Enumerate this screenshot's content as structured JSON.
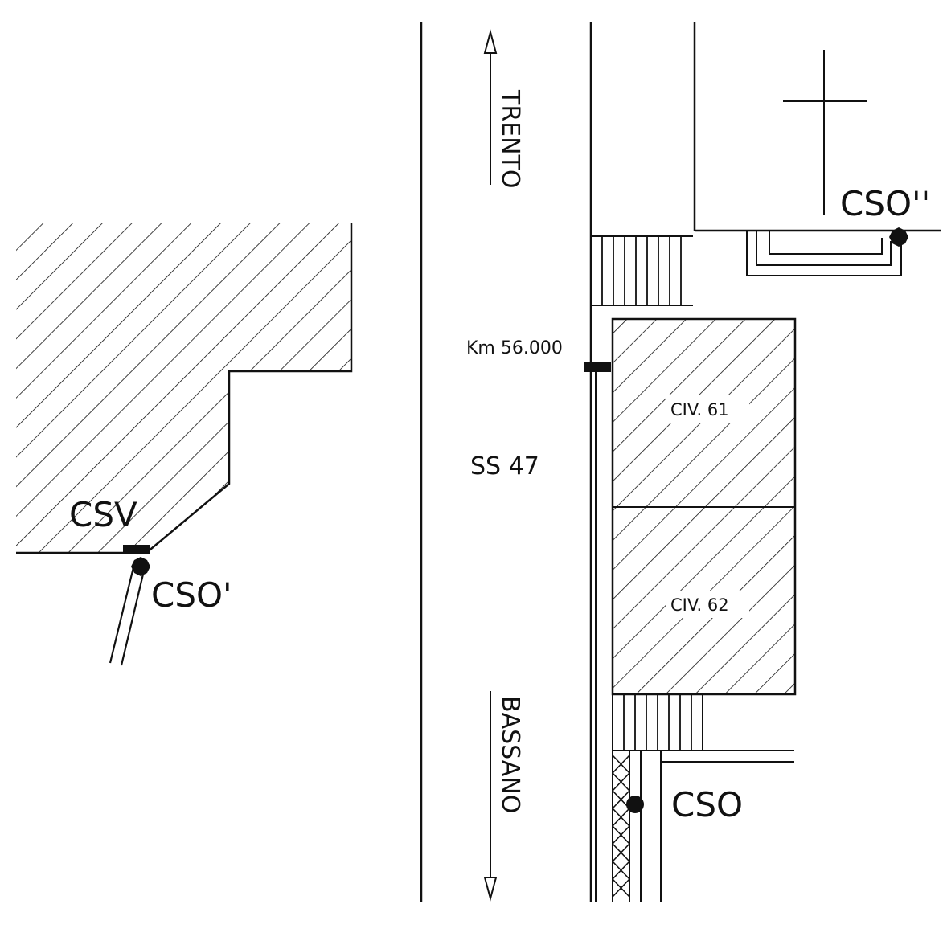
{
  "labels": {
    "trento": "TRENTO",
    "bassano": "BASSANO",
    "road": "SS 47",
    "km": "Km 56.000",
    "civ61": "CIV. 61",
    "civ62": "CIV. 62",
    "csv": "CSV",
    "cso_prime": "CSO'",
    "cso_double": "CSO''",
    "cso": "CSO"
  },
  "colors": {
    "ink": "#111111",
    "background": "#ffffff"
  }
}
